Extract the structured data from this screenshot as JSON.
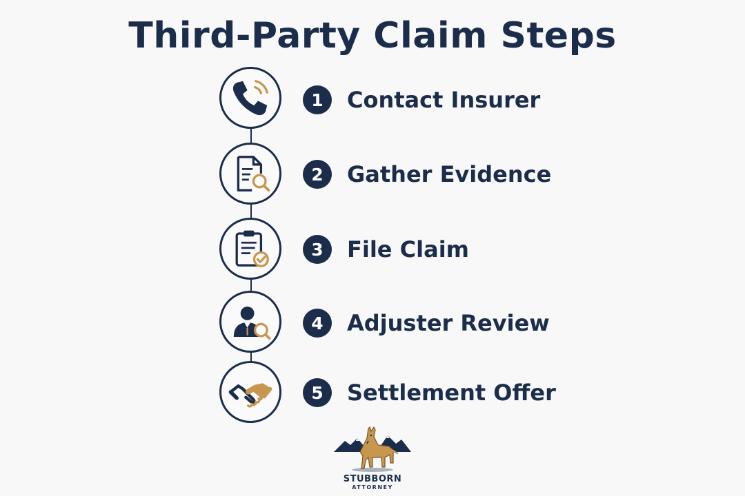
{
  "title": "Third-Party Claim Steps",
  "steps": [
    {
      "number": "1",
      "label": "Contact Insurer",
      "icon": "phone-icon"
    },
    {
      "number": "2",
      "label": "Gather Evidence",
      "icon": "document-search-icon"
    },
    {
      "number": "3",
      "label": "File Claim",
      "icon": "clipboard-check-icon"
    },
    {
      "number": "4",
      "label": "Adjuster Review",
      "icon": "person-search-icon"
    },
    {
      "number": "5",
      "label": "Settlement Offer",
      "icon": "handshake-icon"
    }
  ],
  "brand": {
    "name": "STUBBORN",
    "subtitle": "ATTORNEY",
    "icon": "donkey-mountain-logo"
  },
  "colors": {
    "navy": "#1b2d4a",
    "gold": "#c7974f",
    "background": "#f8f8f8"
  }
}
